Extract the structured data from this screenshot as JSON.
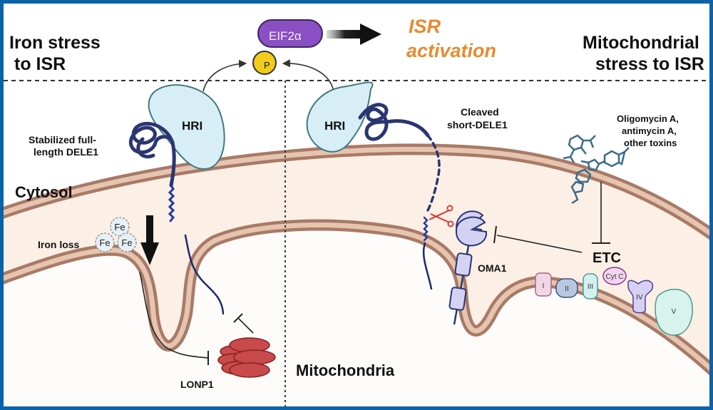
{
  "figure": {
    "left_panel": {
      "title_line1": "Iron stress",
      "title_line2": "to ISR",
      "hri_label": "HRI",
      "dele1_label_line1": "Stabilized full-",
      "dele1_label_line2": "length DELE1",
      "iron_loss_label": "Iron loss",
      "fe_labels": [
        "Fe",
        "Fe",
        "Fe"
      ],
      "lonp1_label": "LONP1"
    },
    "center": {
      "eif2a_label": "EIF2α",
      "phospho_label": "P",
      "isr_line1": "ISR",
      "isr_line2": "activation"
    },
    "right_panel": {
      "title_line1": "Mitochondrial",
      "title_line2": "stress to ISR",
      "hri_label": "HRI",
      "dele1_label_line1": "Cleaved",
      "dele1_label_line2": "short-DELE1",
      "toxins_line1": "Oligomycin A,",
      "toxins_line2": "antimycin A,",
      "toxins_line3": "other toxins",
      "etc_label": "ETC",
      "oma1_label": "OMA1",
      "complexes": [
        "I",
        "II",
        "III",
        "Cyt C",
        "IV",
        "V"
      ]
    },
    "compartments": {
      "cytosol_label": "Cytosol",
      "mitochondria_label": "Mitochondria"
    },
    "colors": {
      "frame": "#0a62a8",
      "membrane": "#a87a66",
      "membrane_inner": "#e6c5b0",
      "intermembrane": "#fcefe6",
      "matrix": "#fefbfb",
      "hri_fill": "#d8eef6",
      "hri_stroke": "#3c7a80",
      "dele1": "#2a3670",
      "eif2a": "#8a4fc2",
      "phospho": "#f2cc1c",
      "isr_text": "#e8892f",
      "lonp1": "#c84a4a",
      "oma1": "#d4d2f2",
      "scissors": "#d63030"
    }
  }
}
